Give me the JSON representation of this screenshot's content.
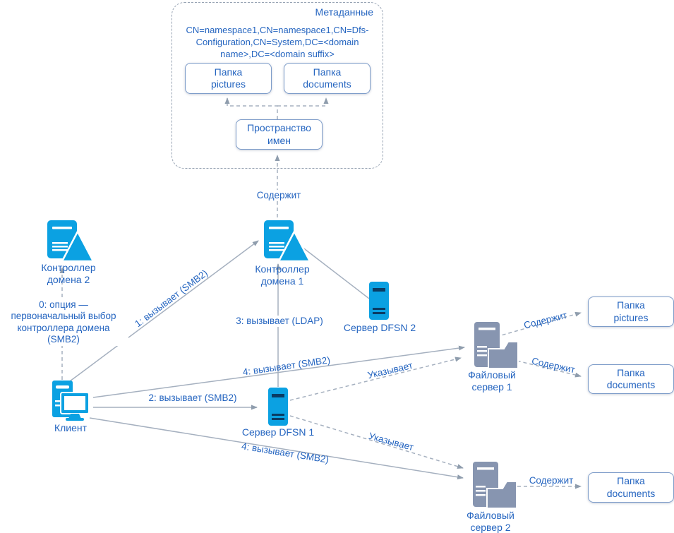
{
  "colors": {
    "icon_blue": "#0ba1e2",
    "icon_gray": "#8795b0",
    "text_blue": "#2565c0",
    "line_gray": "#a5b0bf",
    "arrow_gray": "#8f9dad"
  },
  "metadata_panel": {
    "title": "Метаданные",
    "cn_path": "CN=namespace1,CN=namespace1,CN=Dfs-\nConfiguration,CN=System,DC=<domain\nname>,DC=<domain suffix>",
    "folder_pictures": "Папка\npictures",
    "folder_documents": "Папка\ndocuments",
    "namespace": "Пространство\nимен"
  },
  "nodes": {
    "dc2": "Контроллер\nдомена 2",
    "dc1": "Контроллер\nдомена 1",
    "dfsn2": "Сервер DFSN 2",
    "dfsn1": "Сервер DFSN 1",
    "fs1": "Файловый\nсервер 1",
    "fs2": "Файловый\nсервер 2",
    "client": "Клиент"
  },
  "edge_labels": {
    "opt0": "0: опция —\nпервоначальный выбор\nконтроллера домена (SMB2)",
    "call1": "1: вызывает (SMB2)",
    "call2": "2: вызывает (SMB2)",
    "call3": "3: вызывает (LDAP)",
    "call4_upper": "4: вызывает (SMB2)",
    "call4_lower": "4: вызывает (SMB2)",
    "contains_ns": "Содержит",
    "points_upper": "Указывает",
    "points_lower": "Указывает",
    "contains_fs1_pictures": "Содержит",
    "contains_fs1_documents": "Содержит",
    "contains_fs2_documents": "Содержит"
  },
  "target_folders": {
    "pictures": "Папка\npictures",
    "documents_mid": "Папка\ndocuments",
    "documents_bottom": "Папка\ndocuments"
  }
}
